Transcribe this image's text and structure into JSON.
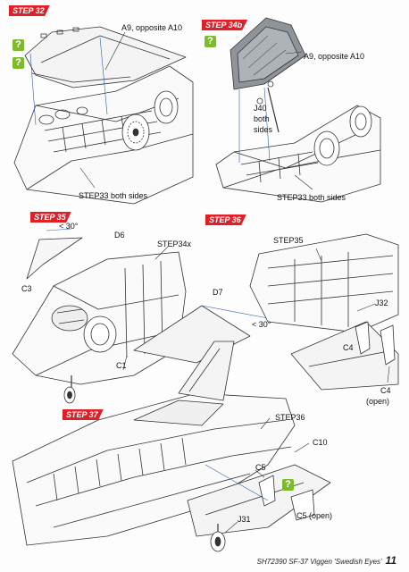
{
  "step_32": {
    "tag": "STEP 32",
    "badges": [
      "?",
      "?"
    ],
    "callout_a9": "A9, opposite A10",
    "caption": "STEP33 both sides"
  },
  "step_34b": {
    "tag": "STEP 34b",
    "badge": "?",
    "callout_a9": "A9, opposite A10",
    "callout_j40_part": "J40",
    "callout_j40_note1": "both",
    "callout_j40_note2": "sides",
    "caption": "STEP33 both sides"
  },
  "step_35": {
    "tag": "STEP 35",
    "angle_top": "< 30°",
    "label_d6": "D6",
    "label_ref": "STEP34x",
    "label_c3": "C3",
    "label_d7": "D7",
    "angle_right": "< 30°",
    "label_c1": "C1"
  },
  "step_36": {
    "tag": "STEP 36",
    "label_ref": "STEP35",
    "label_j32": "J32",
    "label_c4": "C4",
    "label_c4_open": "C4",
    "label_open": "(open)"
  },
  "step_37": {
    "tag": "STEP 37",
    "label_ref": "STEP36",
    "label_c10": "C10",
    "label_c5": "C5",
    "badge": "?",
    "label_c5_open": "C5 (open)",
    "label_j31": "J31"
  },
  "footer": {
    "kit_text": "SH72390  SF-37 Viggen 'Swedish Eyes'",
    "page_number": "11"
  }
}
